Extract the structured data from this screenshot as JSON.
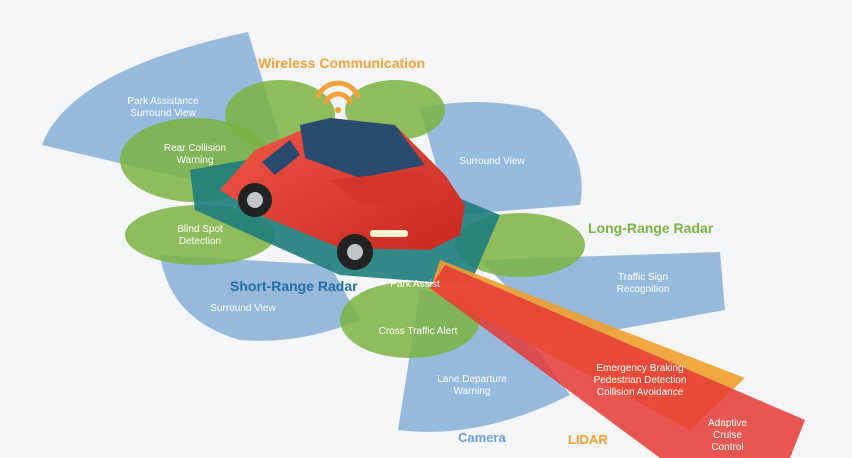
{
  "headings": {
    "wireless": "Wireless Communication",
    "long_range_radar": "Long-Range Radar",
    "short_range_radar": "Short-Range Radar",
    "camera": "Camera",
    "lidar": "LIDAR"
  },
  "labels": {
    "park_assistance": [
      "Park Assistance",
      "Surround View"
    ],
    "rear_collision": [
      "Rear Collision",
      "Warning"
    ],
    "surround_view_top": "Surround View",
    "blind_spot": [
      "Blind Spot",
      "Detection"
    ],
    "traffic_sign": [
      "Traffic Sign",
      "Recognition"
    ],
    "park_assist": "Park Assist",
    "surround_view_bottom": "Surround View",
    "cross_traffic": "Cross Traffic Alert",
    "lane_departure": [
      "Lane Departure",
      "Warning"
    ],
    "emergency": [
      "Emergency Braking",
      "Pedestrian Detection",
      "Collision Avoidance"
    ],
    "adaptive_cruise": [
      "Adaptive",
      "Cruise",
      "Control"
    ]
  },
  "colors": {
    "background": "#f4f5f6",
    "camera_blue": "#8db3d8",
    "radar_green": "#7cb342",
    "short_radar_teal": "#1e7c7c",
    "lidar_orange": "#f0a030",
    "long_red": "#e53935",
    "car_red": "#e53935",
    "wireless_orange": "#f2a23a",
    "long_range_green": "#7cb342",
    "short_range_blue": "#1f6fa6",
    "camera_label_blue": "#6a9fd0"
  },
  "icons": {
    "wireless": "wifi-icon",
    "car": "car-icon"
  }
}
